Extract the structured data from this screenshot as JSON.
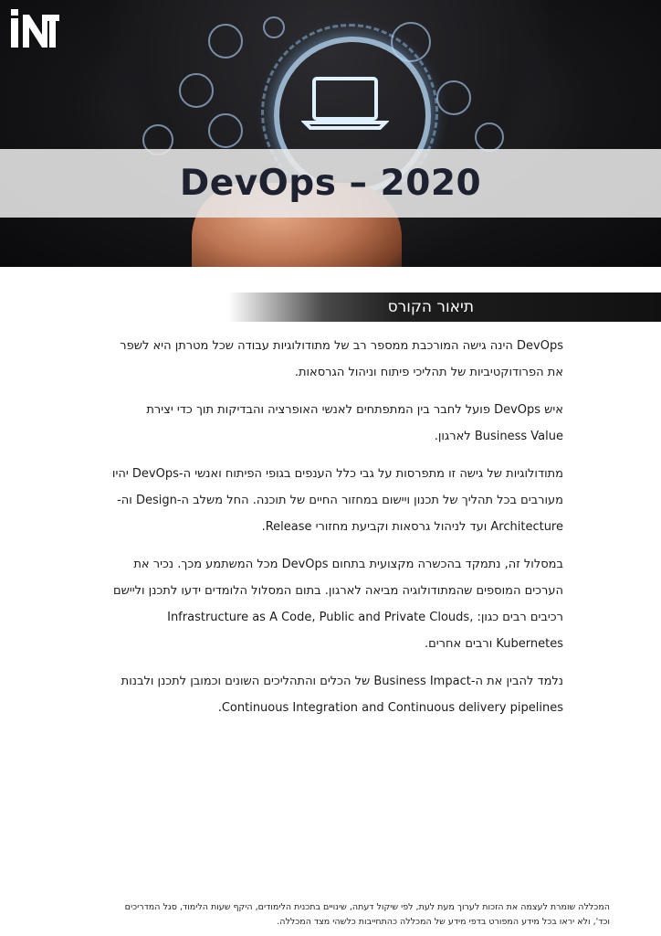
{
  "header": {
    "logo_text": "INT",
    "title": "DevOps – 2020"
  },
  "section": {
    "title": "תיאור הקורס"
  },
  "paragraphs": [
    "DevOps הינה גישה המורכבת ממספר רב של מתודולוגיות עבודה שכל מטרתן היא לשפר את הפרודוקטיביות של תהליכי פיתוח וניהול הגרסאות.",
    "איש DevOps פועל לחבר בין המתפתחים לאנשי האופרציה והבדיקות תוך כדי יצירת Business Value לארגון.",
    "מתודולוגיות של גישה זו מתפרסות על גבי כלל הענפים בגופי הפיתוח ואנשי ה-DevOps יהיו מעורבים בכל תהליך של תכנון ויישום במחזור החיים של תוכנה. החל משלב ה-Design וה- Architecture ועד לניהול גרסאות וקביעת מחזורי Release.",
    "במסלול זה, נתמקד בהכשרה מקצועית בתחום DevOps מכל המשתמע מכך. נכיר את הערכים המוספים שהמתודולוגיה מביאה לארגון. בתום המסלול הלומדים ידעו לתכנן וליישם רכיבים רבים כגון: Infrastructure as A Code, Public and Private Clouds, Kubernetes ורבים אחרים.",
    "נלמד להבין את ה-Business Impact של הכלים והתהליכים השונים וכמובן לתכנן ולבנות Continuous Integration and Continuous delivery pipelines."
  ],
  "footer": {
    "line1": "המכללה שומרת לעצמה את הזכות לערוך מעת לעת, לפי שיקול דעתה, שינויים בתכנית הלימודים, היקף שעות הלימוד, סגל המדריכים",
    "line2": "וכד', ולא יראו בכל מידע המפורט בדפי מידע של המכללה כהתחייבות כלשהי מצד המכללה."
  }
}
